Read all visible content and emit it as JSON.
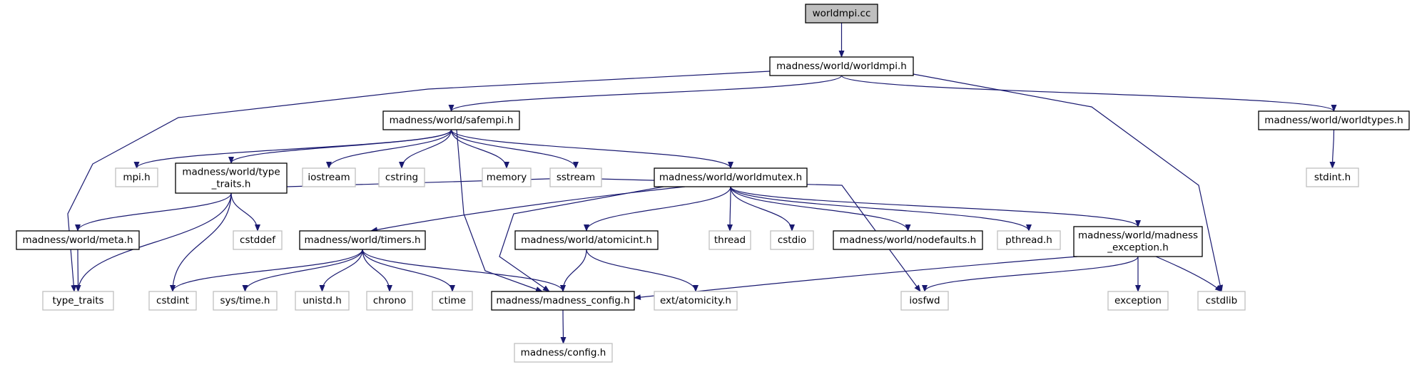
{
  "colors": {
    "background": "#ffffff",
    "edge": "#191970",
    "root_fill": "#bfbfbf",
    "documented_border": "#000000",
    "undocumented_border": "#bfbfbf",
    "text": "#000000"
  },
  "nodes": [
    {
      "id": "worldmpi_cc",
      "label": "worldmpi.cc",
      "style": "root"
    },
    {
      "id": "worldmpi_h",
      "label": "madness/world/worldmpi.h",
      "style": "documented"
    },
    {
      "id": "safempi_h",
      "label": "madness/world/safempi.h",
      "style": "documented"
    },
    {
      "id": "worldtypes_h",
      "label": "madness/world/worldtypes.h",
      "style": "documented"
    },
    {
      "id": "type_traits",
      "label": "type_traits",
      "style": "external"
    },
    {
      "id": "cstdlib",
      "label": "cstdlib",
      "style": "external"
    },
    {
      "id": "mpi_h",
      "label": "mpi.h",
      "style": "external"
    },
    {
      "id": "type_traits_h",
      "label": [
        "madness/world/type",
        "_traits.h"
      ],
      "style": "documented"
    },
    {
      "id": "iostream",
      "label": "iostream",
      "style": "external"
    },
    {
      "id": "cstring",
      "label": "cstring",
      "style": "external"
    },
    {
      "id": "memory",
      "label": "memory",
      "style": "external"
    },
    {
      "id": "sstream",
      "label": "sstream",
      "style": "external"
    },
    {
      "id": "worldmutex_h",
      "label": "madness/world/worldmutex.h",
      "style": "documented"
    },
    {
      "id": "stdint_h",
      "label": "stdint.h",
      "style": "external"
    },
    {
      "id": "meta_h",
      "label": "madness/world/meta.h",
      "style": "documented"
    },
    {
      "id": "cstddef",
      "label": "cstddef",
      "style": "external"
    },
    {
      "id": "timers_h",
      "label": "madness/world/timers.h",
      "style": "documented"
    },
    {
      "id": "atomicint_h",
      "label": "madness/world/atomicint.h",
      "style": "documented"
    },
    {
      "id": "thread",
      "label": "thread",
      "style": "external"
    },
    {
      "id": "cstdio",
      "label": "cstdio",
      "style": "external"
    },
    {
      "id": "nodefaults_h",
      "label": "madness/world/nodefaults.h",
      "style": "documented"
    },
    {
      "id": "pthread_h",
      "label": "pthread.h",
      "style": "external"
    },
    {
      "id": "madness_exception_h",
      "label": [
        "madness/world/madness",
        "_exception.h"
      ],
      "style": "documented"
    },
    {
      "id": "cstdint",
      "label": "cstdint",
      "style": "external"
    },
    {
      "id": "sys_time_h",
      "label": "sys/time.h",
      "style": "external"
    },
    {
      "id": "unistd_h",
      "label": "unistd.h",
      "style": "external"
    },
    {
      "id": "chrono",
      "label": "chrono",
      "style": "external"
    },
    {
      "id": "ctime",
      "label": "ctime",
      "style": "external"
    },
    {
      "id": "madness_config_h",
      "label": "madness/madness_config.h",
      "style": "documented"
    },
    {
      "id": "ext_atomicity_h",
      "label": "ext/atomicity.h",
      "style": "external"
    },
    {
      "id": "iosfwd",
      "label": "iosfwd",
      "style": "external"
    },
    {
      "id": "exception",
      "label": "exception",
      "style": "external"
    },
    {
      "id": "config_h",
      "label": "madness/config.h",
      "style": "external"
    }
  ],
  "edges": [
    [
      "worldmpi_cc",
      "worldmpi_h"
    ],
    [
      "worldmpi_h",
      "safempi_h"
    ],
    [
      "worldmpi_h",
      "worldtypes_h"
    ],
    [
      "worldmpi_h",
      "type_traits"
    ],
    [
      "worldmpi_h",
      "cstdlib"
    ],
    [
      "safempi_h",
      "mpi_h"
    ],
    [
      "safempi_h",
      "type_traits_h"
    ],
    [
      "safempi_h",
      "iostream"
    ],
    [
      "safempi_h",
      "cstring"
    ],
    [
      "safempi_h",
      "memory"
    ],
    [
      "safempi_h",
      "sstream"
    ],
    [
      "safempi_h",
      "worldmutex_h"
    ],
    [
      "safempi_h",
      "madness_config_h"
    ],
    [
      "worldtypes_h",
      "stdint_h"
    ],
    [
      "type_traits_h",
      "meta_h"
    ],
    [
      "type_traits_h",
      "type_traits"
    ],
    [
      "type_traits_h",
      "cstdint"
    ],
    [
      "type_traits_h",
      "cstddef"
    ],
    [
      "type_traits_h",
      "iosfwd"
    ],
    [
      "meta_h",
      "type_traits"
    ],
    [
      "worldmutex_h",
      "timers_h"
    ],
    [
      "worldmutex_h",
      "madness_config_h"
    ],
    [
      "worldmutex_h",
      "atomicint_h"
    ],
    [
      "worldmutex_h",
      "thread"
    ],
    [
      "worldmutex_h",
      "cstdio"
    ],
    [
      "worldmutex_h",
      "nodefaults_h"
    ],
    [
      "worldmutex_h",
      "pthread_h"
    ],
    [
      "worldmutex_h",
      "madness_exception_h"
    ],
    [
      "timers_h",
      "cstdint"
    ],
    [
      "timers_h",
      "sys_time_h"
    ],
    [
      "timers_h",
      "unistd_h"
    ],
    [
      "timers_h",
      "chrono"
    ],
    [
      "timers_h",
      "ctime"
    ],
    [
      "timers_h",
      "madness_config_h"
    ],
    [
      "atomicint_h",
      "madness_config_h"
    ],
    [
      "atomicint_h",
      "ext_atomicity_h"
    ],
    [
      "madness_exception_h",
      "madness_config_h"
    ],
    [
      "madness_exception_h",
      "iosfwd"
    ],
    [
      "madness_exception_h",
      "exception"
    ],
    [
      "madness_exception_h",
      "cstdlib"
    ],
    [
      "madness_config_h",
      "config_h"
    ]
  ]
}
